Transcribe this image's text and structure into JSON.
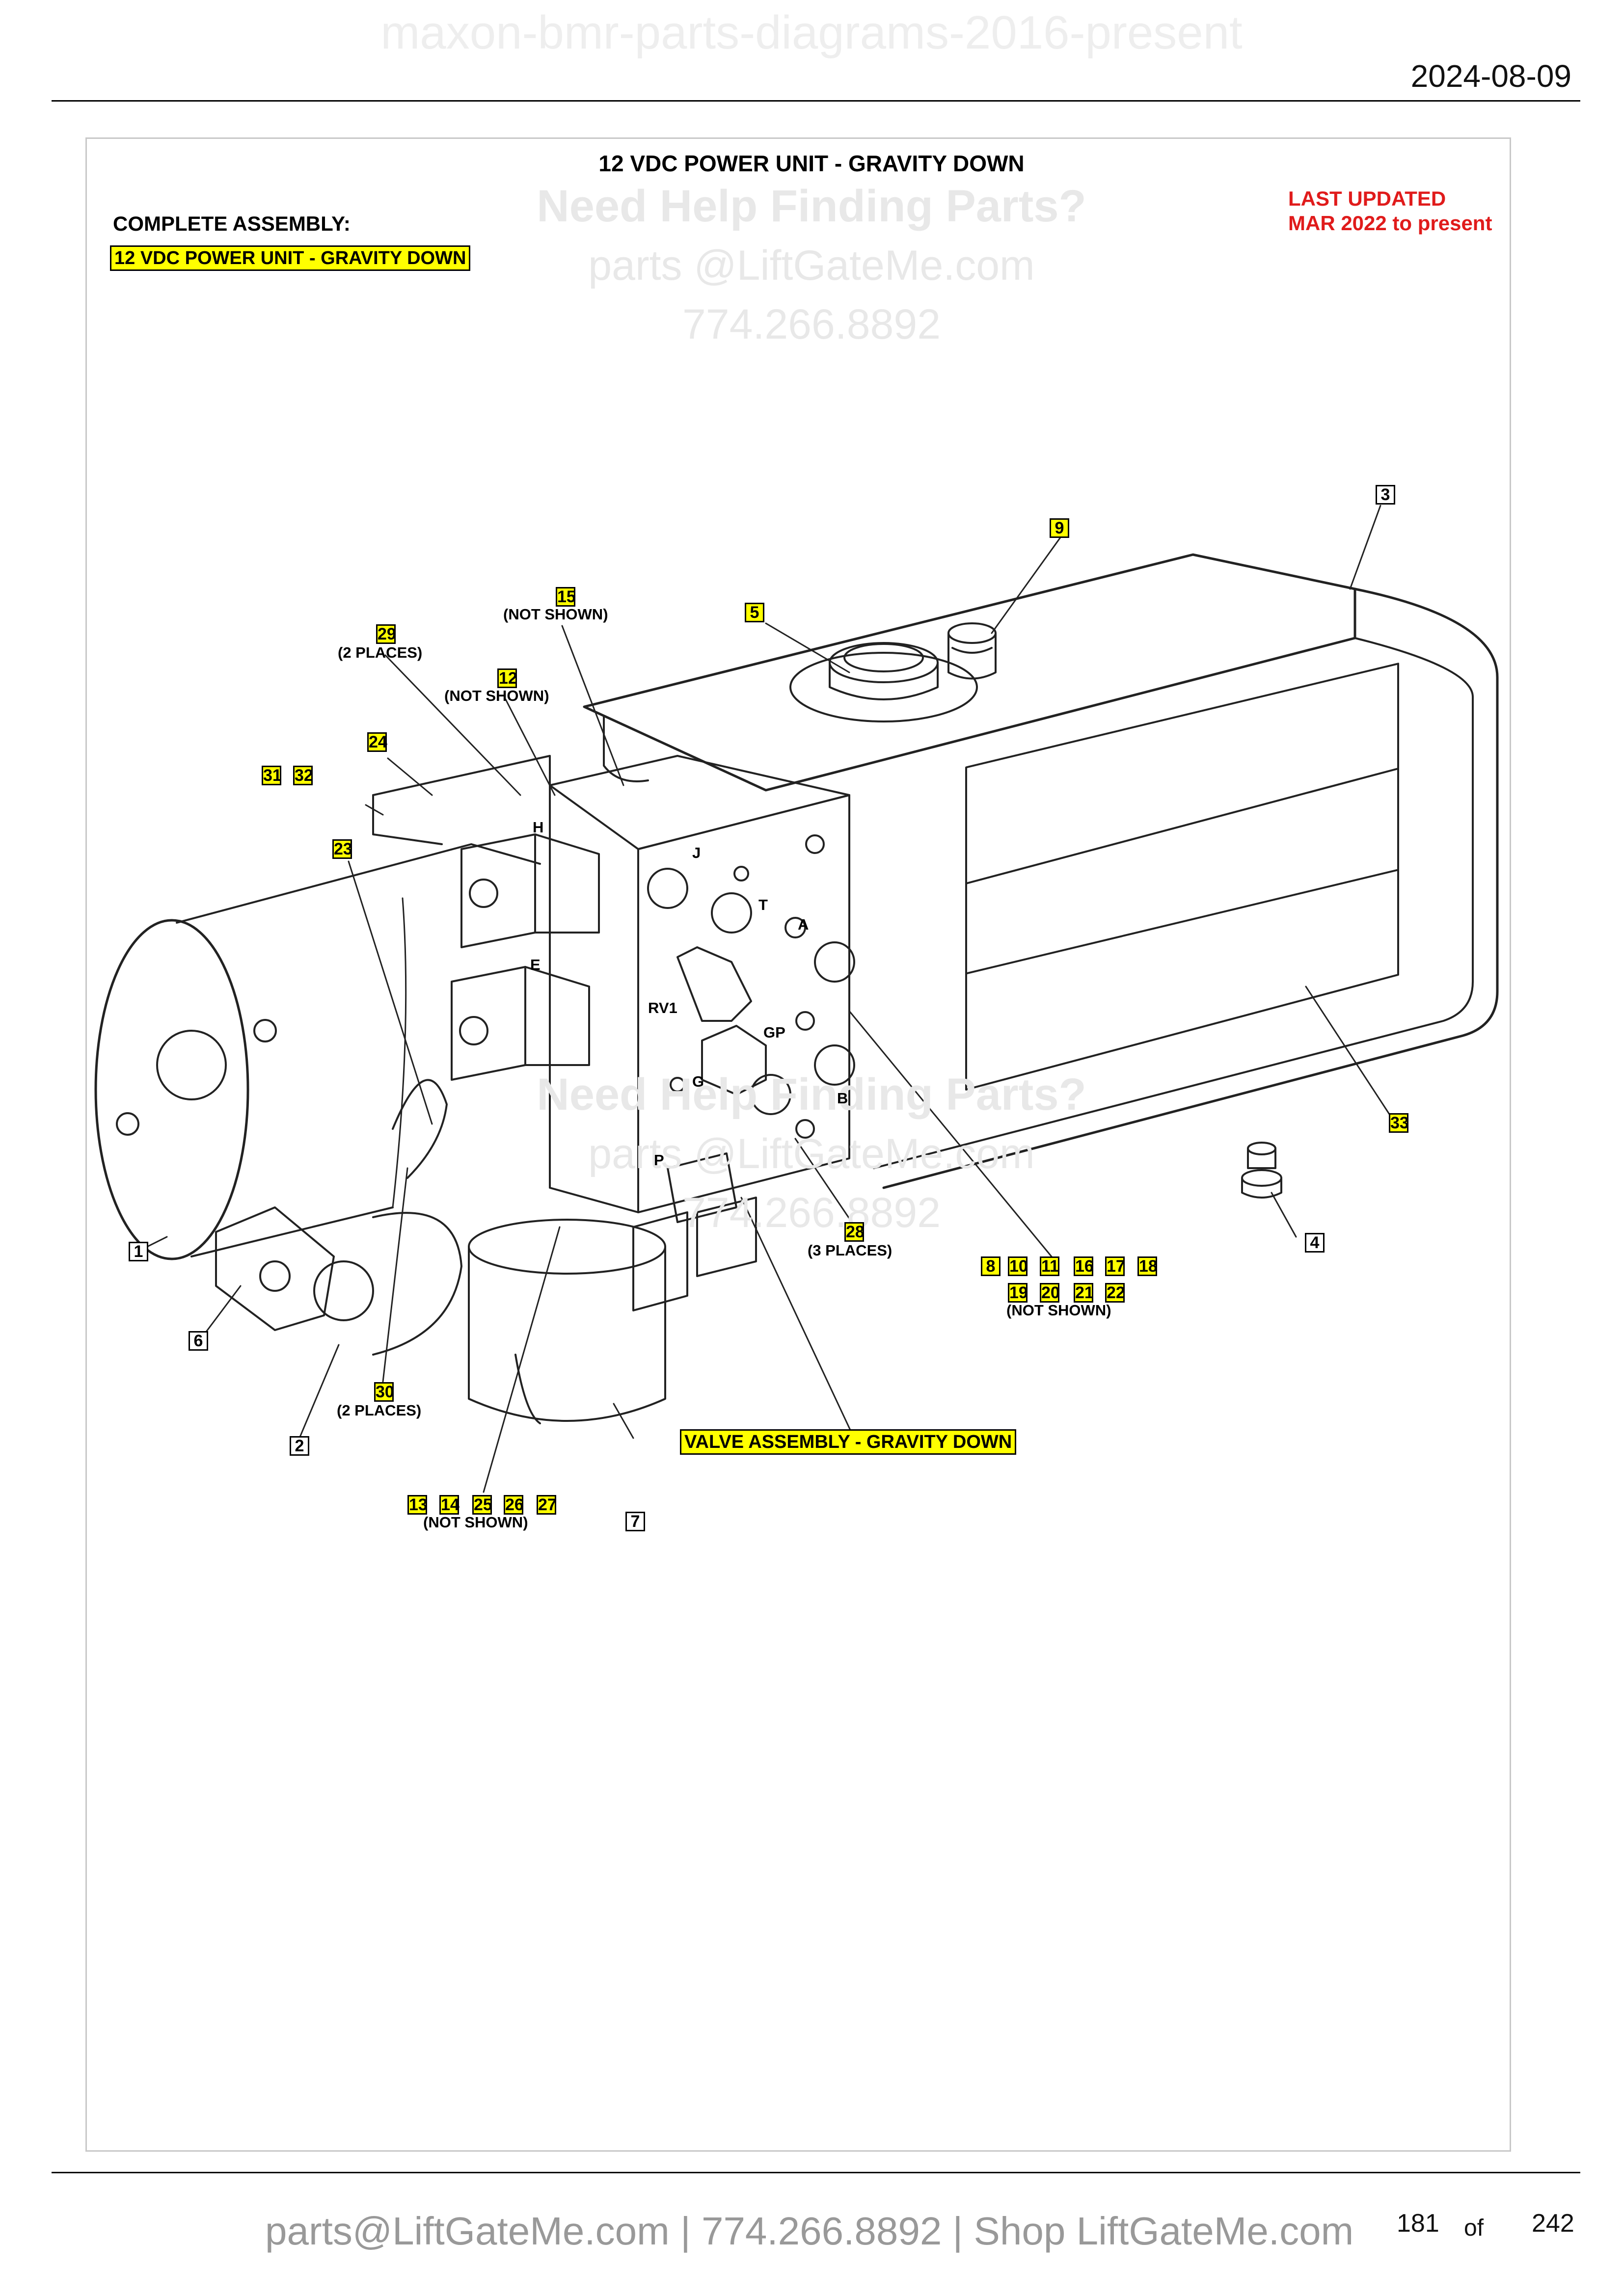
{
  "header": {
    "watermark": "maxon-bmr-parts-diagrams-2016-present",
    "date": "2024-08-09"
  },
  "diagram": {
    "title": "12 VDC POWER UNIT - GRAVITY DOWN",
    "complete_assembly_label": "COMPLETE ASSEMBLY:",
    "complete_assembly_value": "12 VDC POWER UNIT - GRAVITY DOWN",
    "last_updated_line1": "LAST UPDATED",
    "last_updated_line2": "MAR 2022 to present",
    "valve_assembly_label": "VALVE ASSEMBLY - GRAVITY DOWN",
    "port_letters": {
      "j": "J",
      "t": "T",
      "a": "A",
      "rv1": "RV1",
      "gp": "GP",
      "g": "G",
      "b": "B",
      "p": "P",
      "h": "H",
      "e": "E"
    },
    "callouts": {
      "c1": "1",
      "c2": "2",
      "c3": "3",
      "c4": "4",
      "c5": "5",
      "c6": "6",
      "c7": "7",
      "c8": "8",
      "c9": "9",
      "c10": "10",
      "c11": "11",
      "c12": "12",
      "c13": "13",
      "c14": "14",
      "c15": "15",
      "c16": "16",
      "c17": "17",
      "c18": "18",
      "c19": "19",
      "c20": "20",
      "c21": "21",
      "c22": "22",
      "c23": "23",
      "c24": "24",
      "c25": "25",
      "c26": "26",
      "c27": "27",
      "c28": "28",
      "c29": "29",
      "c30": "30",
      "c31": "31",
      "c32": "32",
      "c33": "33"
    },
    "notes": {
      "not_shown_15": "(NOT SHOWN)",
      "places_29": "(2 PLACES)",
      "not_shown_12": "(NOT SHOWN)",
      "places_28": "(3 PLACES)",
      "not_shown_group_right": "(NOT SHOWN)",
      "places_30": "(2 PLACES)",
      "not_shown_group_bottom": "(NOT SHOWN)"
    }
  },
  "watermark": {
    "top_line1": "Need Help Finding Parts?",
    "top_line2": "parts @LiftGateMe.com",
    "top_line3": "774.266.8892",
    "mid_line1": "Need Help Finding Parts?",
    "mid_line2": "parts @LiftGateMe.com",
    "mid_line3": "774.266.8892"
  },
  "footer": {
    "contact": "parts@LiftGateMe.com | 774.266.8892 | Shop LiftGateMe.com",
    "page_current": "181",
    "page_of": "of",
    "page_total": "242"
  }
}
